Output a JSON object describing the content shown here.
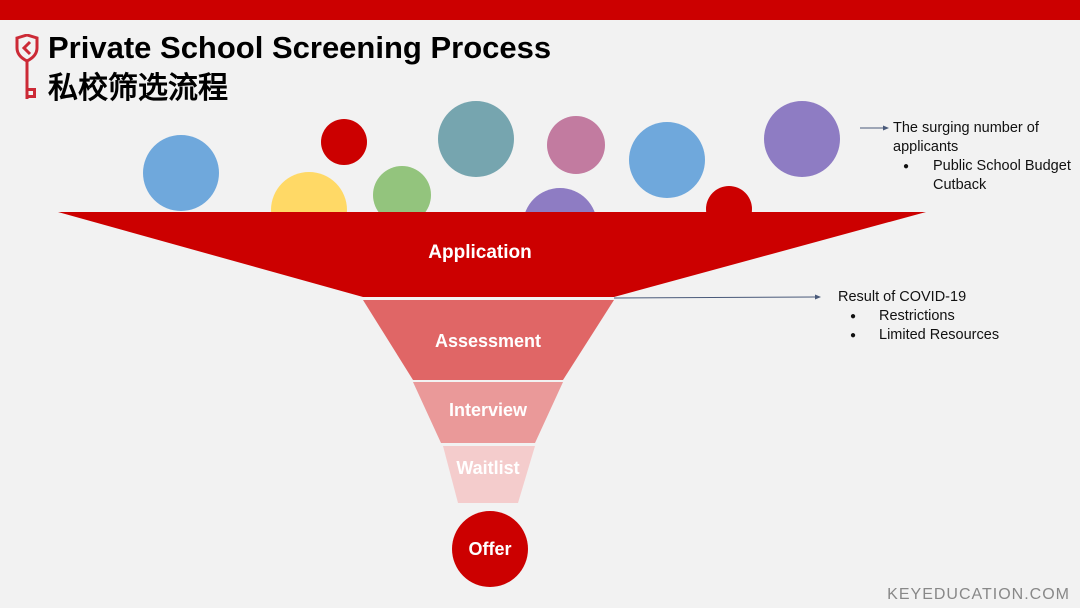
{
  "header": {
    "title": "Private School Screening Process",
    "subtitle": "私校筛选流程"
  },
  "funnel": {
    "stages": [
      {
        "label": "Application",
        "color": "#cc0000"
      },
      {
        "label": "Assessment",
        "color": "#e06666"
      },
      {
        "label": "Interview",
        "color": "#ea9999"
      },
      {
        "label": "Waitlist",
        "color": "#f4cccc"
      }
    ],
    "offer": {
      "label": "Offer",
      "color": "#cc0000"
    }
  },
  "applicant_colors": [
    "#6fa8dc",
    "#cc0000",
    "#ffd966",
    "#93c47d",
    "#76a5af",
    "#c27ba0",
    "#8e7cc3",
    "#6fa8dc",
    "#8e7cc3",
    "#cc0000"
  ],
  "notes": {
    "applicants": {
      "heading": "The surging number of applicants",
      "bullets": [
        "Public School Budget Cutback"
      ]
    },
    "covid": {
      "heading": "Result of COVID-19",
      "bullets": [
        "Restrictions",
        "Limited Resources"
      ]
    }
  },
  "footer": {
    "brand": "KEYEDUCATION.COM"
  },
  "colors": {
    "brand": "#cc0000",
    "arrow": "#4a5a7a"
  }
}
